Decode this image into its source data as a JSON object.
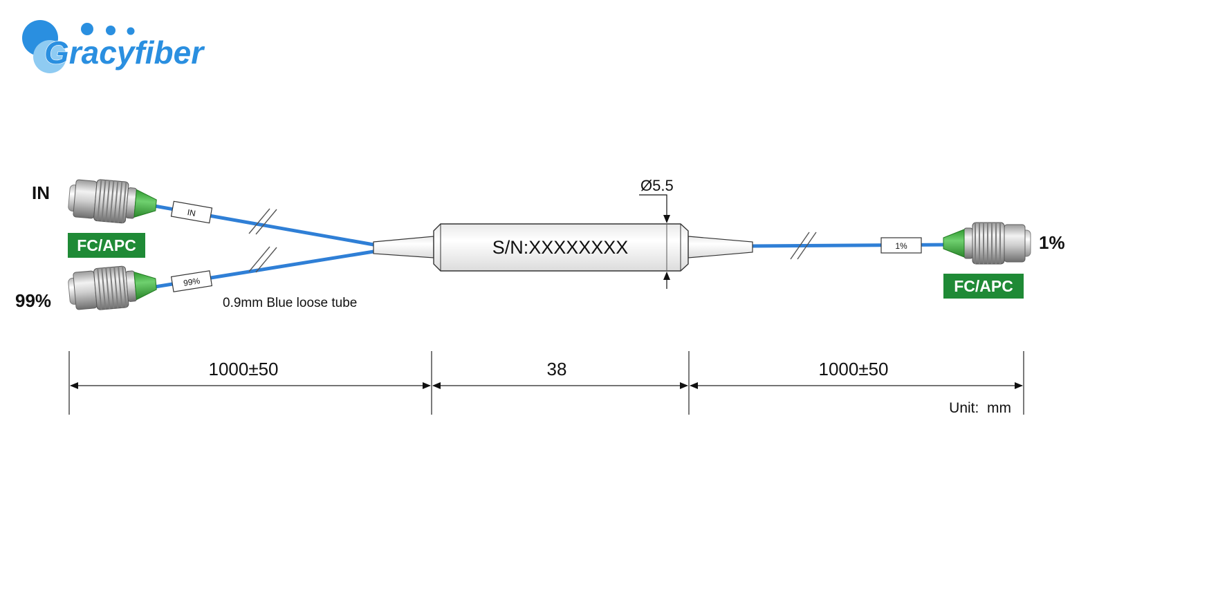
{
  "brand": {
    "name": "Gracyfiber",
    "color": "#2a8fe0",
    "light": "#8fcbf2"
  },
  "ports": {
    "in": {
      "label": "IN"
    },
    "out_major": {
      "label": "99%"
    },
    "out_minor": {
      "label": "1%"
    }
  },
  "connector": {
    "type_left": "FC/APC",
    "type_right": "FC/APC",
    "badge_color": "#1f8a36",
    "boot_color": "#3cae3c"
  },
  "fiber": {
    "color": "#2f7fd6",
    "tags": {
      "in": "IN",
      "major": "99%",
      "minor": "1%"
    },
    "description": "0.9mm Blue loose tube"
  },
  "device": {
    "serial": "S/N:XXXXXXXX",
    "diameter": "Ø5.5"
  },
  "dimensions": {
    "left": "1000±50",
    "center": "38",
    "right": "1000±50",
    "unit": "Unit:  mm"
  }
}
